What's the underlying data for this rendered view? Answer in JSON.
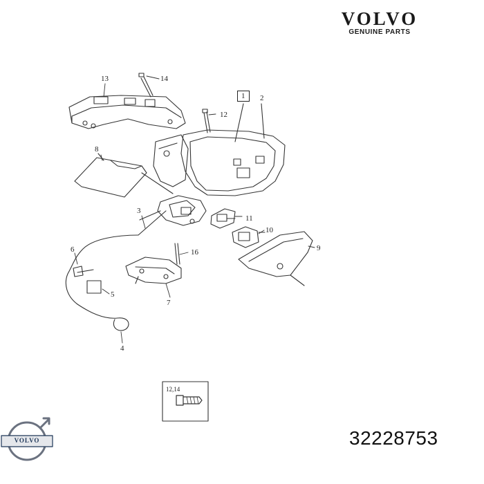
{
  "brand": {
    "name": "VOLVO",
    "subtitle": "GENUINE PARTS",
    "badge_text": "VOLVO"
  },
  "part_number": "32228753",
  "inset": {
    "label": "12,14",
    "icon": "screw-icon"
  },
  "callouts": [
    {
      "id": "13",
      "text": "13"
    },
    {
      "id": "14",
      "text": "14"
    },
    {
      "id": "1",
      "text": "1",
      "boxed": true
    },
    {
      "id": "2",
      "text": "2"
    },
    {
      "id": "12",
      "text": "12"
    },
    {
      "id": "8",
      "text": "8"
    },
    {
      "id": "3",
      "text": "3"
    },
    {
      "id": "11",
      "text": "11"
    },
    {
      "id": "10",
      "text": "10"
    },
    {
      "id": "9",
      "text": "9"
    },
    {
      "id": "6",
      "text": "6"
    },
    {
      "id": "16",
      "text": "16"
    },
    {
      "id": "5",
      "text": "5"
    },
    {
      "id": "7",
      "text": "7"
    },
    {
      "id": "4",
      "text": "4"
    }
  ],
  "colors": {
    "line": "#333333",
    "badge": "#1d3557"
  }
}
